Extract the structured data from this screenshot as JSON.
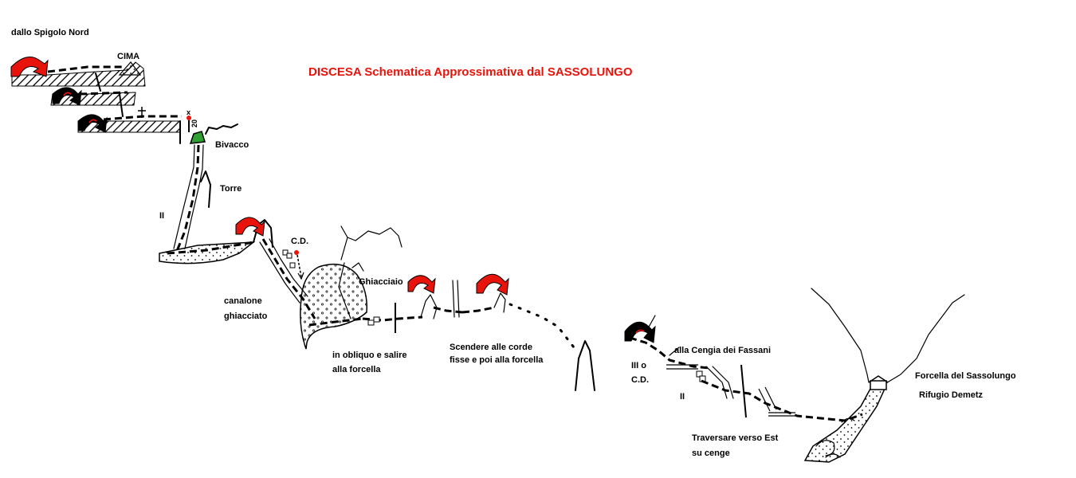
{
  "title": "DISCESA Schematica Approssimativa dal SASSOLUNGO",
  "colors": {
    "title": "#e8140c",
    "arrow_red": "#e8140c",
    "arrow_black": "#000000",
    "bivouac": "#2fa032",
    "ink": "#000000",
    "marker": "#e8140c"
  },
  "labels": {
    "dallo_spigolo_nord": "dallo Spigolo Nord",
    "cima": "CIMA",
    "bivacco": "Bivacco",
    "torre": "Torre",
    "grade_ii_upper": "II",
    "cd_upper": "C.D.",
    "canalone_line1": "canalone",
    "canalone_line2": "ghiacciato",
    "ghiacciaio": "Ghiacciaio",
    "obliquo_line1": "in obliquo e salire",
    "obliquo_line2": "alla forcella",
    "scendere_line1": "Scendere alle corde",
    "scendere_line2": "fisse e poi alla forcella",
    "cengia_fassani": "alla Cengia dei Fassani",
    "iii_o": "III o",
    "cd_lower": "C.D.",
    "grade_ii_lower": "II",
    "traversare_line1": "Traversare verso Est",
    "traversare_line2": "su cenge",
    "forcella": "Forcella del Sassolungo",
    "rifugio": "Rifugio Demetz",
    "abseil_length": "20"
  },
  "icons": [
    "curved-arrow-icon",
    "cross-icon",
    "bivouac-icon",
    "hut-icon",
    "rappel-point-icon"
  ]
}
